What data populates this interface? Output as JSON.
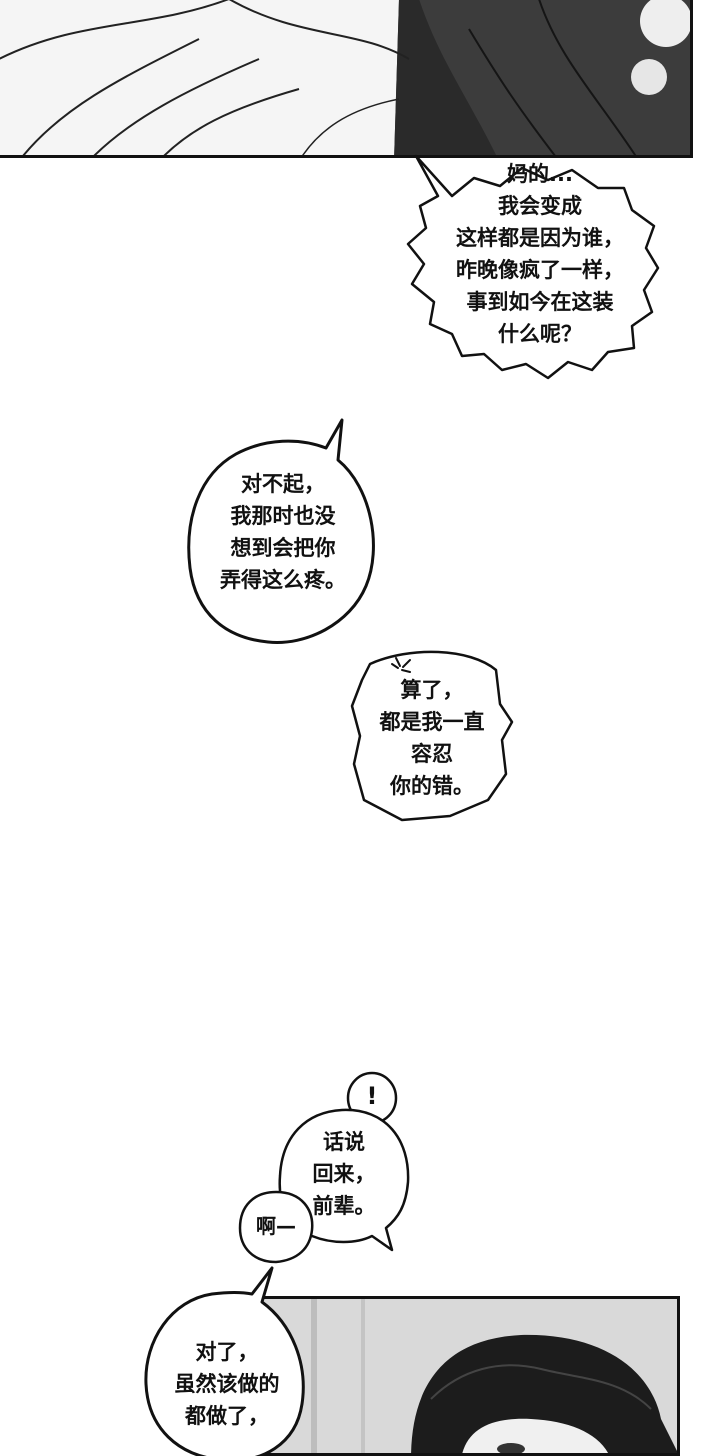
{
  "bubbles": {
    "b1": "妈的...\n我会变成\n这样都是因为谁，\n昨晚像疯了一样，\n事到如今在这装\n什么呢？",
    "b2": "对不起，\n我那时也没\n想到会把你\n弄得这么疼。",
    "b3": "算了，\n都是我一直\n容忍\n你的错。",
    "b4": "!",
    "b5": "话说\n回来，\n前辈。",
    "b6": "啊—",
    "b7": "对了，\n虽然该做的\n都做了，"
  },
  "colors": {
    "ink": "#111111",
    "paper": "#ffffff",
    "screentone_dark": "#3c3c3c",
    "screentone_light": "#dcdcdc"
  }
}
